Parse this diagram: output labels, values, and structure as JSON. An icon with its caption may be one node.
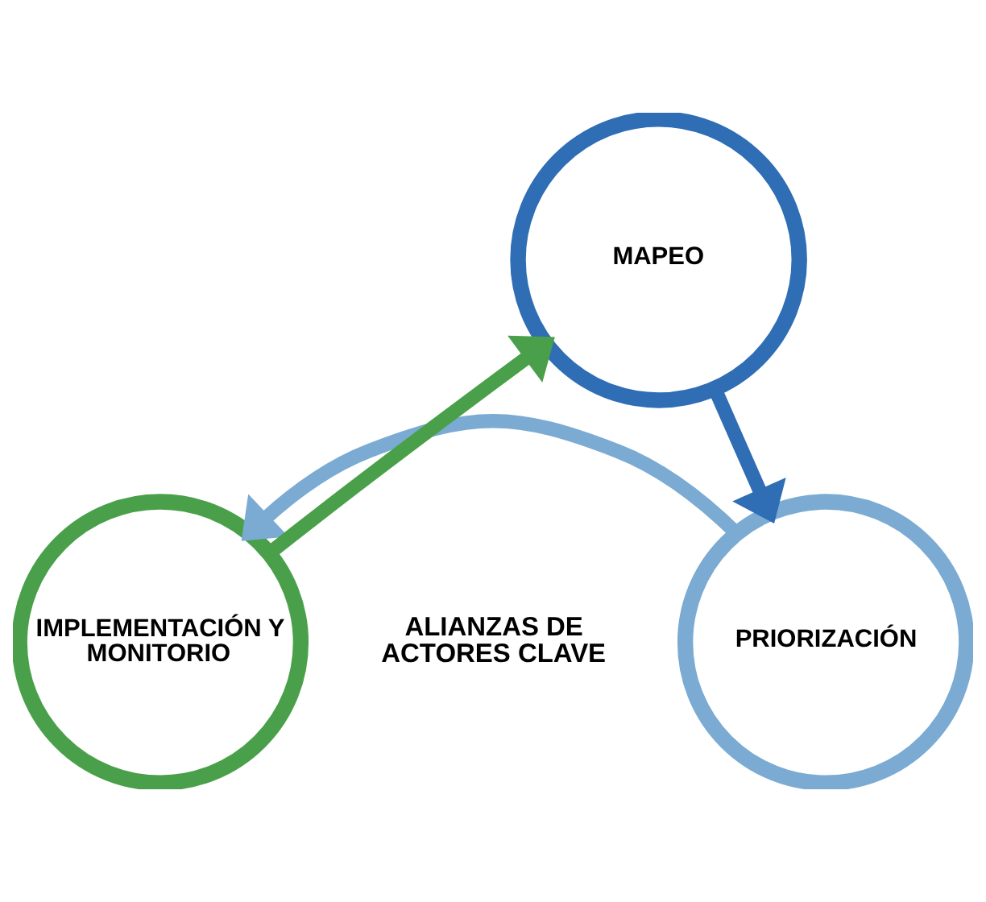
{
  "diagram": {
    "nodes": [
      {
        "text": [
          "MAPEO"
        ]
      },
      {
        "text": [
          "PRIORIZACIÓN"
        ]
      },
      {
        "text": [
          "IMPLEMENTACIÓN Y MONITORIO"
        ]
      }
    ],
    "edges": [
      {
        "from": 0,
        "to": 1,
        "arrow": "to",
        "color": "#2f6db5"
      },
      {
        "from": 1,
        "to": 2,
        "arrow": "to",
        "color": "#7babd2"
      },
      {
        "from": 2,
        "to": 0,
        "arrow": "to",
        "color": "#4aa04a"
      }
    ],
    "labels": [
      "ALIANZAS DE ACTORES CLAVE"
    ]
  }
}
